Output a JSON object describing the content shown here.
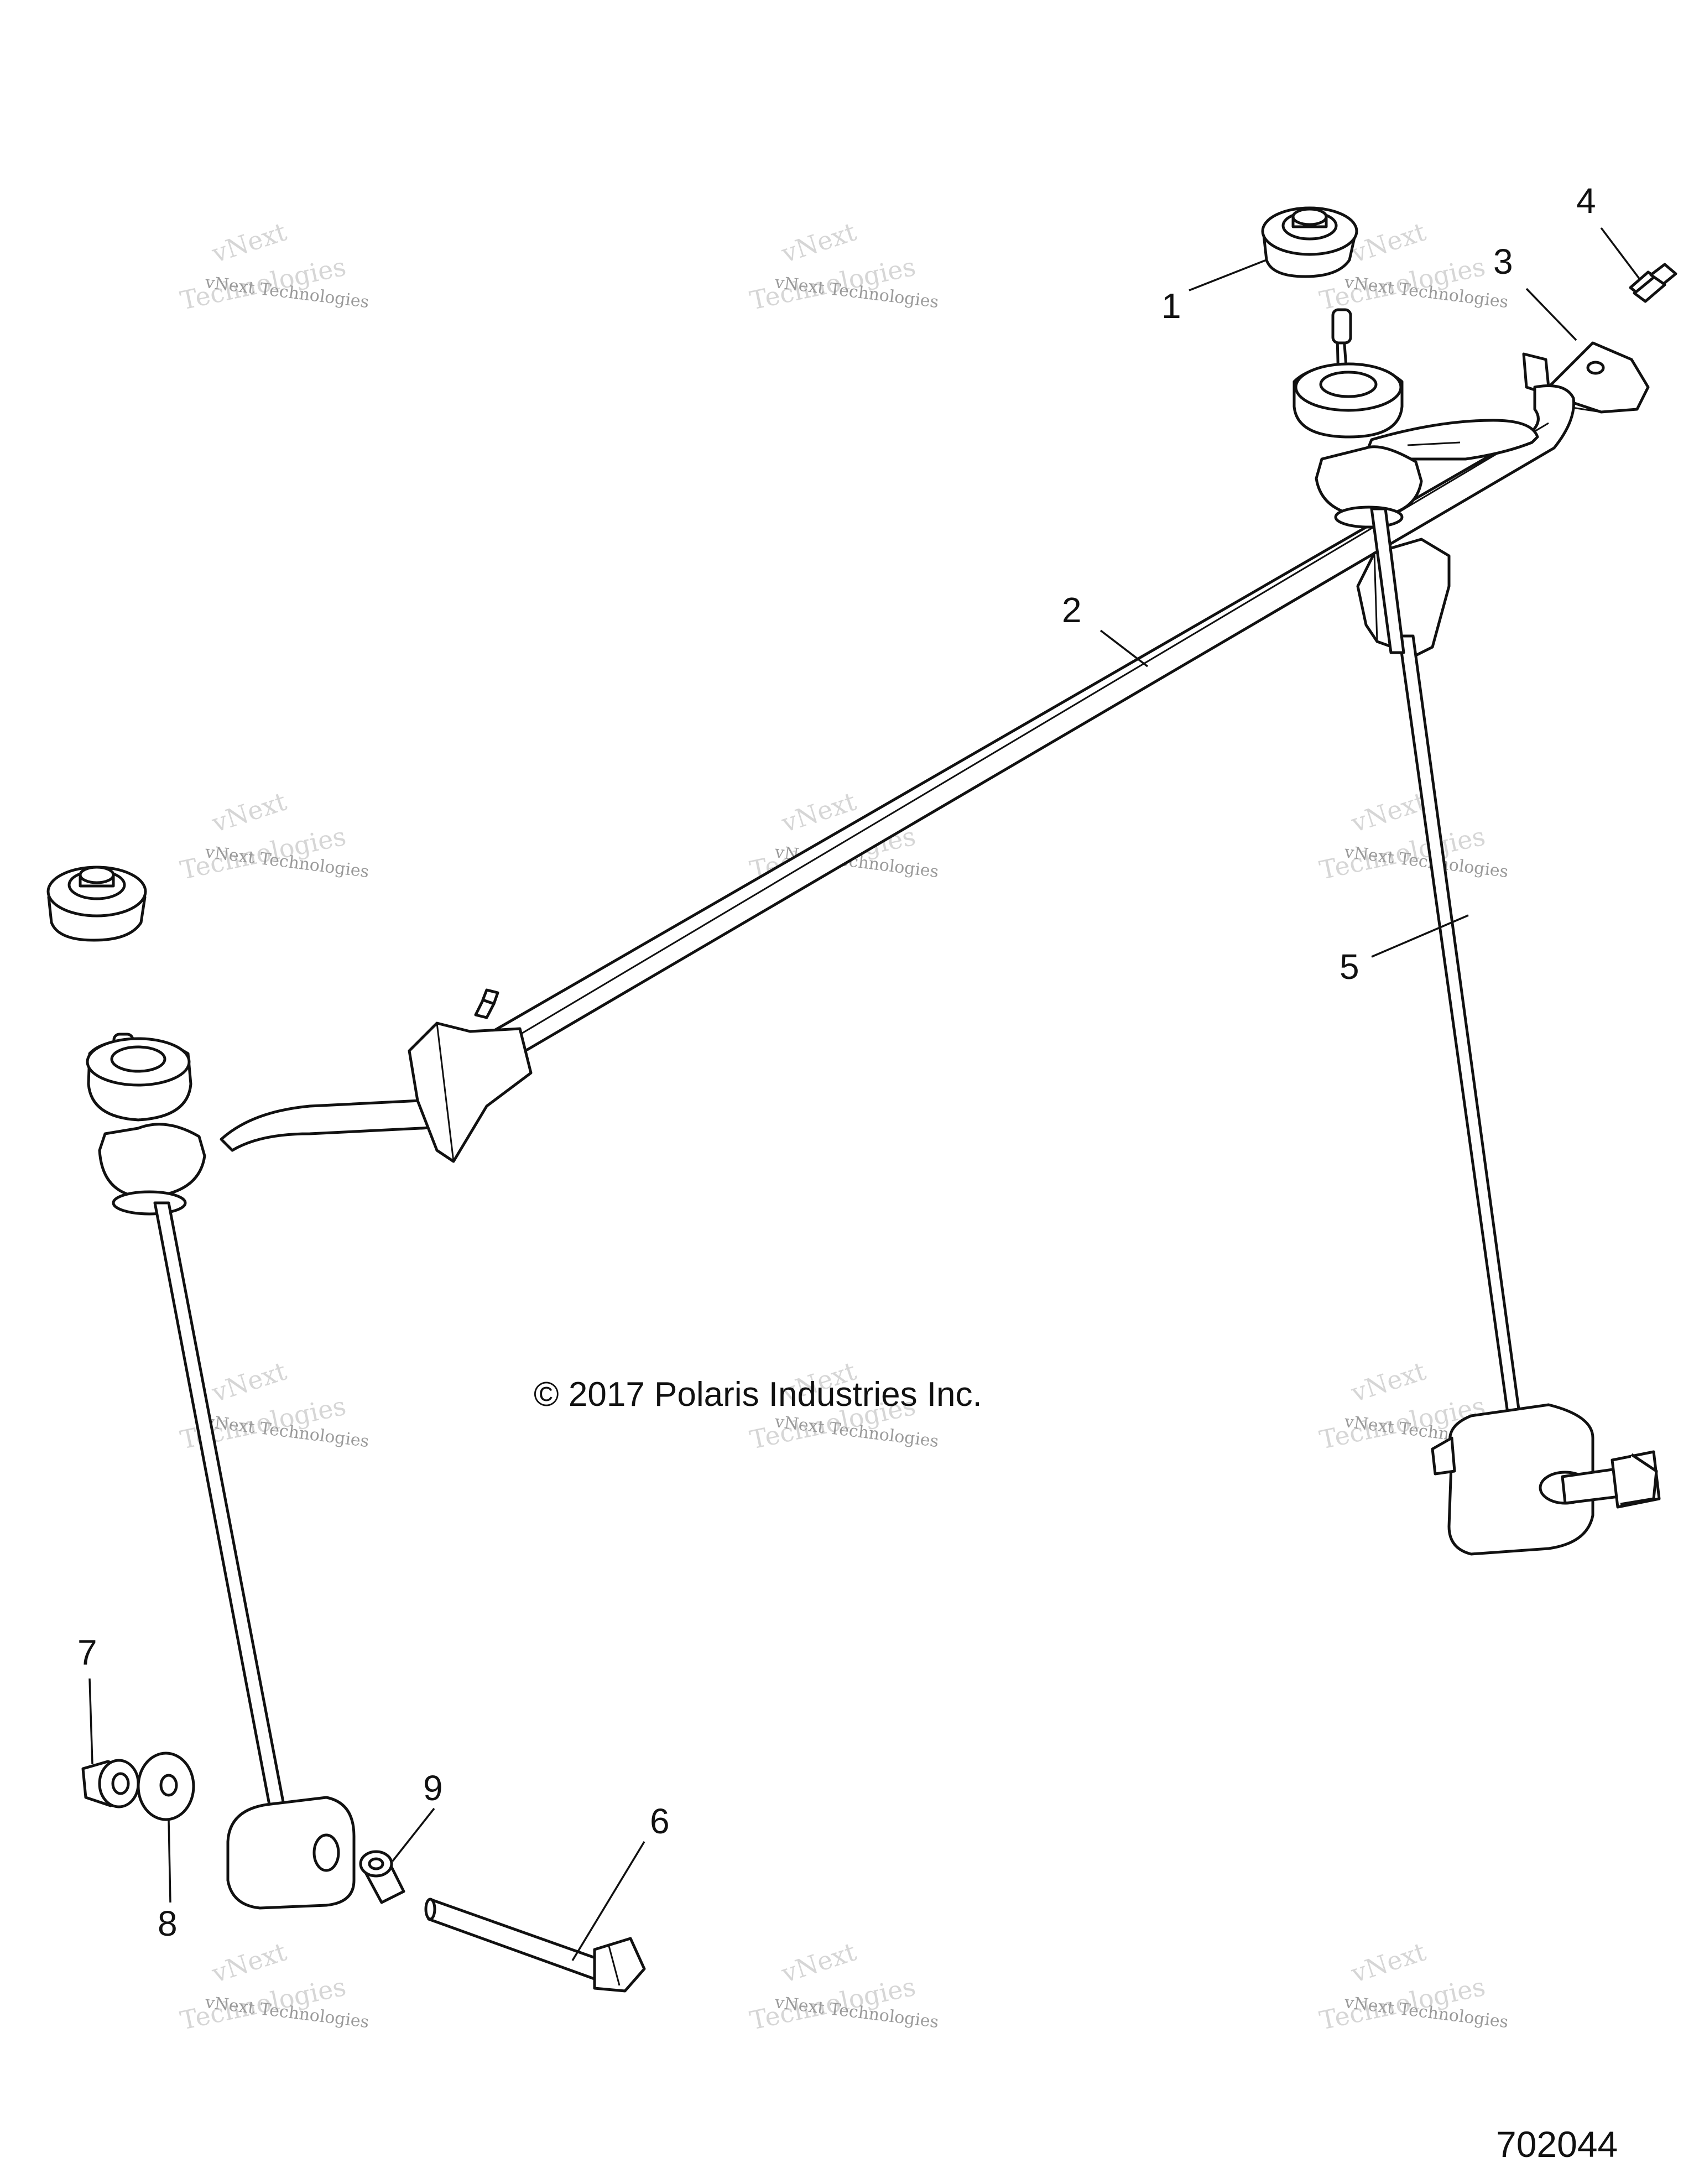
{
  "callouts": [
    {
      "id": "1",
      "label": "1"
    },
    {
      "id": "2",
      "label": "2"
    },
    {
      "id": "3",
      "label": "3"
    },
    {
      "id": "4",
      "label": "4"
    },
    {
      "id": "5",
      "label": "5"
    },
    {
      "id": "6",
      "label": "6"
    },
    {
      "id": "7",
      "label": "7"
    },
    {
      "id": "8",
      "label": "8"
    },
    {
      "id": "9",
      "label": "9"
    }
  ],
  "copyright": "© 2017 Polaris Industries Inc.",
  "drawing_number": "702044",
  "watermark": {
    "line1": "vNext Technologies",
    "line2": "vNext",
    "line3": "Technologies"
  }
}
